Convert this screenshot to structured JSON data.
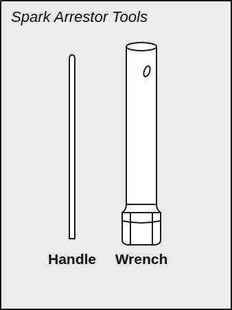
{
  "diagram": {
    "title": "Spark Arrestor Tools",
    "labels": [
      "Handle",
      "Wrench"
    ]
  }
}
